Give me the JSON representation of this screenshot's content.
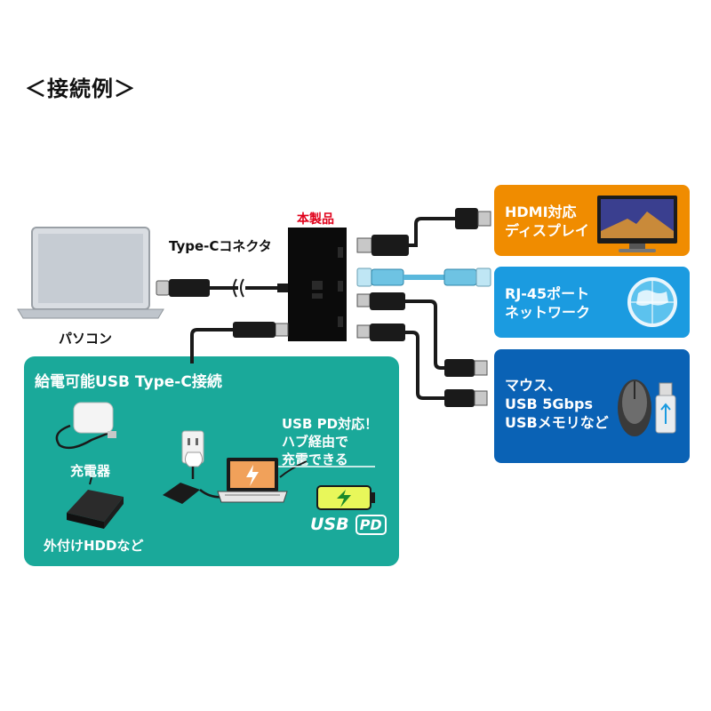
{
  "title": "＜接続例＞",
  "product_label": "本製品",
  "connector_label": "Type-Cコネクタ",
  "pc_label": "パソコン",
  "outputs": {
    "hdmi": {
      "line1": "HDMI対応",
      "line2": "ディスプレイ"
    },
    "lan": {
      "line1": "RJ-45ポート",
      "line2": "ネットワーク"
    },
    "usb": {
      "line1": "マウス、",
      "line2": "USB 5Gbps",
      "line3": "USBメモリなど"
    }
  },
  "pd_box": {
    "title": "給電可能USB Type-C接続",
    "charger_label": "充電器",
    "hdd_label": "外付けHDDなど",
    "note_line1": "USB PD対応！",
    "note_line2": "ハブ経由で",
    "note_line3": "充電できる",
    "logo_usb": "USB",
    "logo_pd": "PD"
  },
  "colors": {
    "hdmi_card": "#f08c00",
    "lan_card": "#1b9be0",
    "usb_card": "#0a62b5",
    "pd_box": "#1aa99a",
    "product_label": "#e0001a"
  }
}
